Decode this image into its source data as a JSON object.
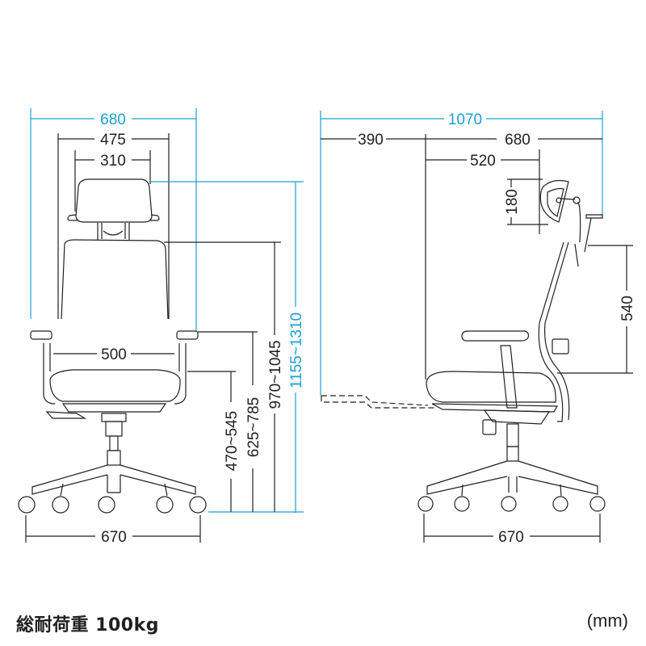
{
  "colors": {
    "line": "#231f20",
    "accent_blue": "#1aa0d8",
    "background": "#ffffff"
  },
  "units": "(mm)",
  "caption": "総耐荷重 100kg",
  "front_view": {
    "overall_width": "680",
    "armrest_width": "475",
    "headrest_width": "310",
    "seat_width": "500",
    "base_width": "670",
    "seat_height": "470~545",
    "armrest_height": "625~785",
    "backrest_height": "970~1045",
    "overall_height": "1155~1310"
  },
  "side_view": {
    "overall_depth": "1070",
    "footrest_extension": "390",
    "chair_depth": "680",
    "seat_to_headrest": "520",
    "headrest_adjust": "180",
    "backrest_span": "540",
    "base_width": "670"
  }
}
